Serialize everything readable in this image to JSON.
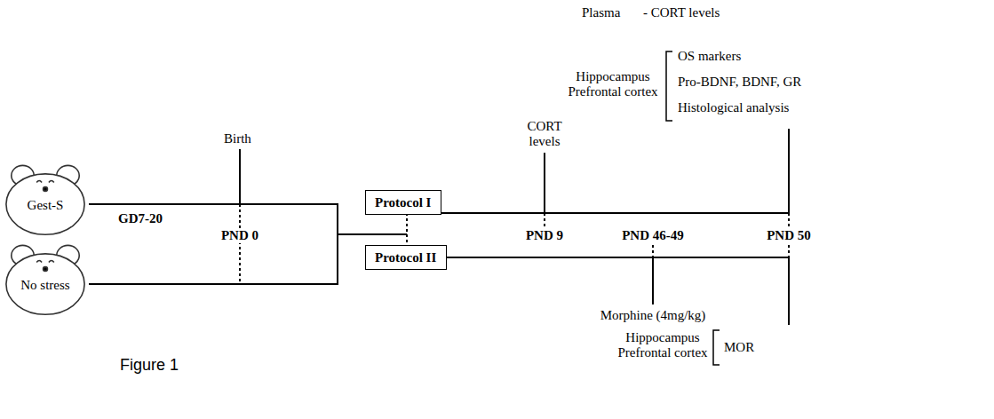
{
  "diagram": {
    "nodes": [
      {
        "text": [
          "Gest-S"
        ]
      },
      {
        "text": [
          "No stress"
        ]
      },
      {
        "text": [
          "Protocol I"
        ]
      },
      {
        "text": [
          "Protocol II"
        ]
      }
    ],
    "labels": [
      "Plasma",
      "- CORT levels",
      "Hippocampus Prefrontal cortex",
      "OS markers",
      "Pro-BDNF, BDNF, GR",
      "Histological analysis",
      "Birth",
      "CORT levels",
      "GD7-20",
      "PND 0",
      "PND 9",
      "PND 46-49",
      "PND 50",
      "Morphine (4mg/kg)",
      "Hippocampus Prefrontal cortex",
      "MOR",
      "Figure 1"
    ]
  }
}
